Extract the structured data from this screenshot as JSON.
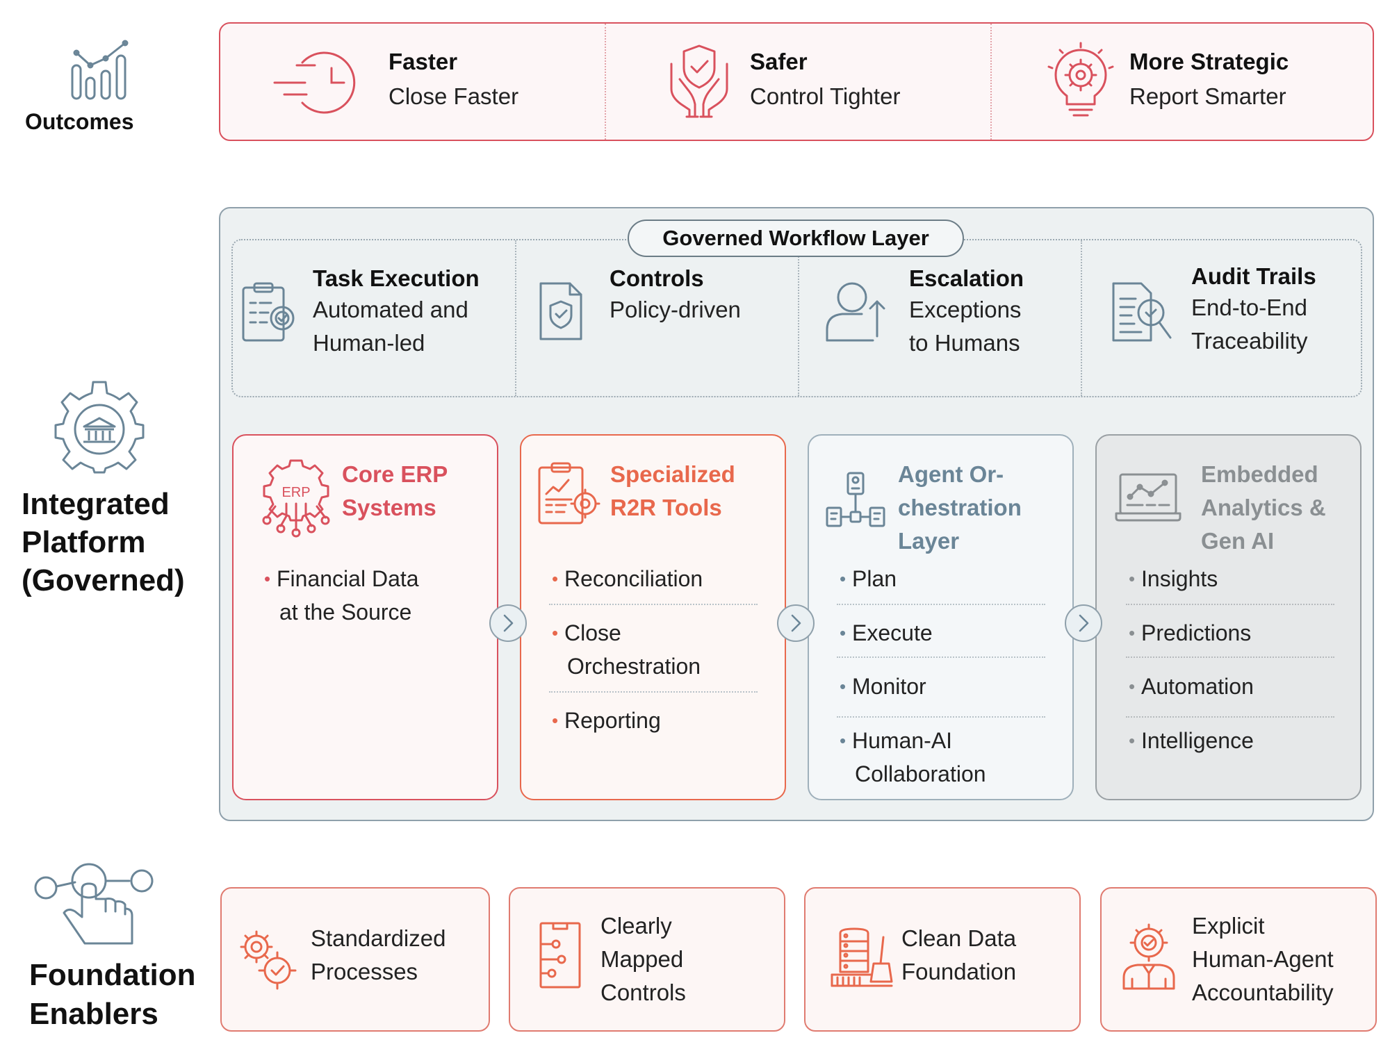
{
  "colors": {
    "red": "#d9515d",
    "orange": "#e8684c",
    "slate": "#6a8597",
    "gray": "#8a8f92"
  },
  "outcomes": {
    "label": "Outcomes",
    "items": [
      {
        "title": "Faster",
        "subtitle": "Close Faster",
        "icon": "clock-speed-icon"
      },
      {
        "title": "Safer",
        "subtitle": "Control Tighter",
        "icon": "shield-hands-icon"
      },
      {
        "title": "More Strategic",
        "subtitle": "Report Smarter",
        "icon": "gear-lightbulb-icon"
      }
    ]
  },
  "platform": {
    "label_lines": [
      "Integrated",
      "Platform",
      "(Governed)"
    ],
    "workflow_title": "Governed Workflow Layer",
    "workflow_items": [
      {
        "title": "Task Execution",
        "lines": [
          "Automated and",
          "Human-led"
        ],
        "icon": "clipboard-gear-icon"
      },
      {
        "title": "Controls",
        "lines": [
          "Policy-driven"
        ],
        "icon": "document-shield-icon"
      },
      {
        "title": "Escalation",
        "lines": [
          "Exceptions",
          "to Humans"
        ],
        "icon": "person-arrow-up-icon"
      },
      {
        "title": "Audit Trails",
        "lines": [
          "End-to-End",
          "Traceability"
        ],
        "icon": "document-magnifier-icon"
      }
    ],
    "cards": [
      {
        "title_lines": [
          "Core ERP",
          "Systems"
        ],
        "icon": "erp-gear-icon",
        "icon_text": "ERP",
        "items": [
          [
            "Financial Data",
            "at the Source"
          ]
        ]
      },
      {
        "title_lines": [
          "Specialized",
          "R2R Tools"
        ],
        "icon": "chart-clipboard-gear-icon",
        "items": [
          [
            "Reconciliation"
          ],
          [
            "Close",
            "Orchestration"
          ],
          [
            "Reporting"
          ]
        ]
      },
      {
        "title_lines": [
          "Agent Or-",
          "chestration",
          "Layer"
        ],
        "icon": "hierarchy-network-icon",
        "items": [
          [
            "Plan"
          ],
          [
            "Execute"
          ],
          [
            "Monitor"
          ],
          [
            "Human-AI",
            "Collaboration"
          ]
        ]
      },
      {
        "title_lines": [
          "Embedded",
          "Analytics &",
          "Gen AI"
        ],
        "icon": "laptop-analytics-icon",
        "items": [
          [
            "Insights"
          ],
          [
            "Predictions"
          ],
          [
            "Automation"
          ],
          [
            "Intelligence"
          ]
        ]
      }
    ]
  },
  "foundation": {
    "label_lines": [
      "Foundation",
      "Enablers"
    ],
    "items": [
      {
        "lines": [
          "Standardized",
          "Processes"
        ],
        "icon": "two-gears-icon"
      },
      {
        "lines": [
          "Clearly",
          "Mapped",
          "Controls"
        ],
        "icon": "control-panel-icon"
      },
      {
        "lines": [
          "Clean Data",
          "Foundation"
        ],
        "icon": "database-broom-icon"
      },
      {
        "lines": [
          "Explicit",
          "Human-Agent",
          "Accountability"
        ],
        "icon": "person-gear-icon"
      }
    ]
  }
}
